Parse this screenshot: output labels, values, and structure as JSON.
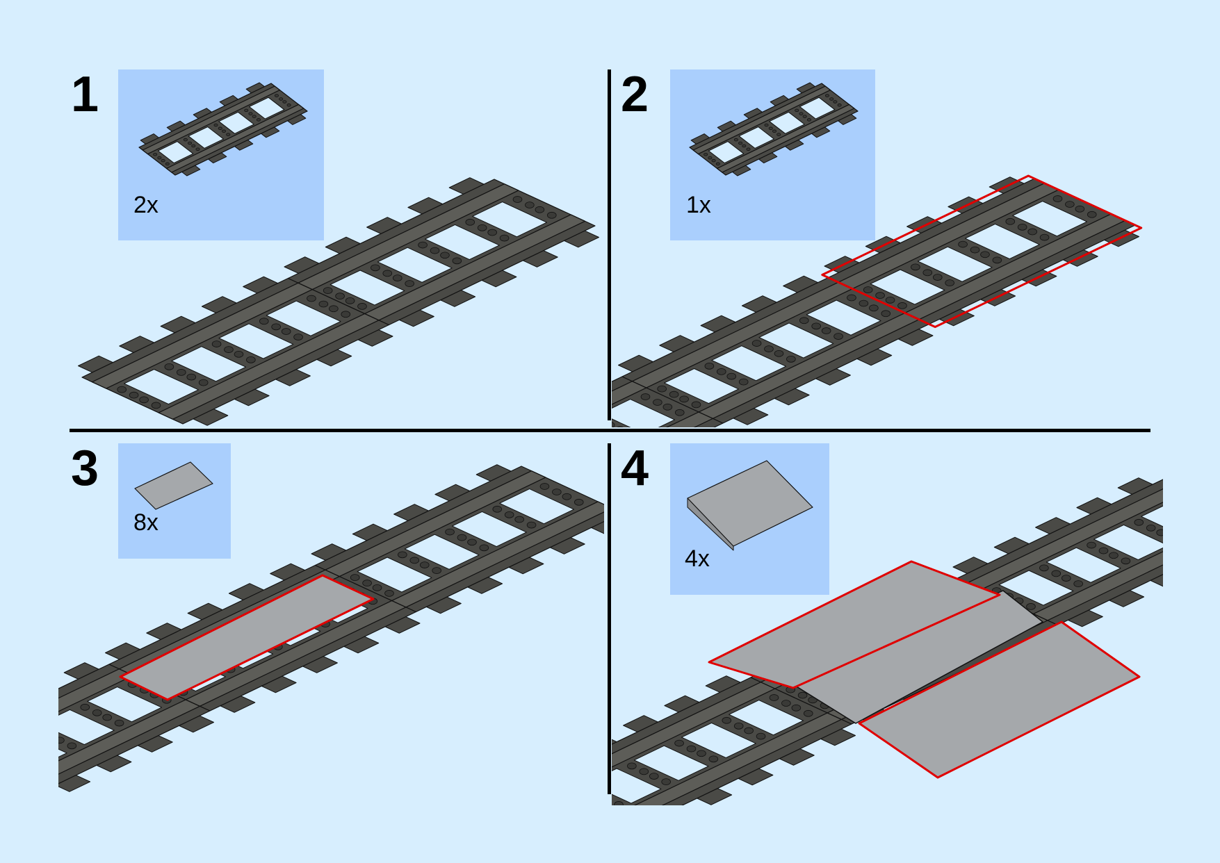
{
  "steps": [
    {
      "number": "1",
      "quantity": "2x",
      "part": "straight-track"
    },
    {
      "number": "2",
      "quantity": "1x",
      "part": "straight-track"
    },
    {
      "number": "3",
      "quantity": "8x",
      "part": "tile-2x4"
    },
    {
      "number": "4",
      "quantity": "4x",
      "part": "slope-ramp"
    }
  ],
  "colors": {
    "background": "#d7eefe",
    "parts_box": "#aacffd",
    "track": "#4a4a46",
    "rail": "#5d5d58",
    "tile": "#a5a8ab",
    "highlight": "#e00000"
  }
}
